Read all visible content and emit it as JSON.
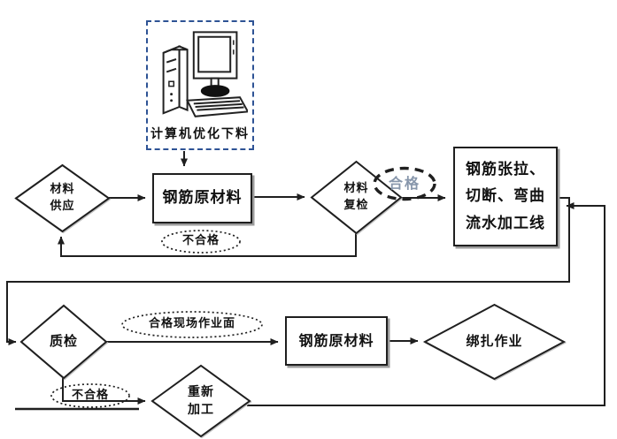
{
  "nodes": {
    "computer": {
      "label": "计算机优化下料"
    },
    "supply": {
      "label": "材料\n供应"
    },
    "raw_material_top": {
      "label": "钢筋原材料"
    },
    "recheck": {
      "label": "材料\n复检"
    },
    "pass_badge": {
      "label": "合格"
    },
    "processing_line": {
      "label": "钢筋张拉、\n切断、弯曲\n流水加工线"
    },
    "fail_top": {
      "label": "不合格"
    },
    "quality_check": {
      "label": "质检"
    },
    "pass_site": {
      "label": "合格现场作业面"
    },
    "raw_material_bottom": {
      "label": "钢筋原材料"
    },
    "binding_work": {
      "label": "绑扎作业"
    },
    "fail_bottom": {
      "label": "不合格"
    },
    "rework": {
      "label": "重新\n加工"
    }
  },
  "colors": {
    "line": "#1f1f1f",
    "dashed_box_border": "#2e5395",
    "pass_text": "#8796ab",
    "shadow": "#9b9b9b"
  }
}
